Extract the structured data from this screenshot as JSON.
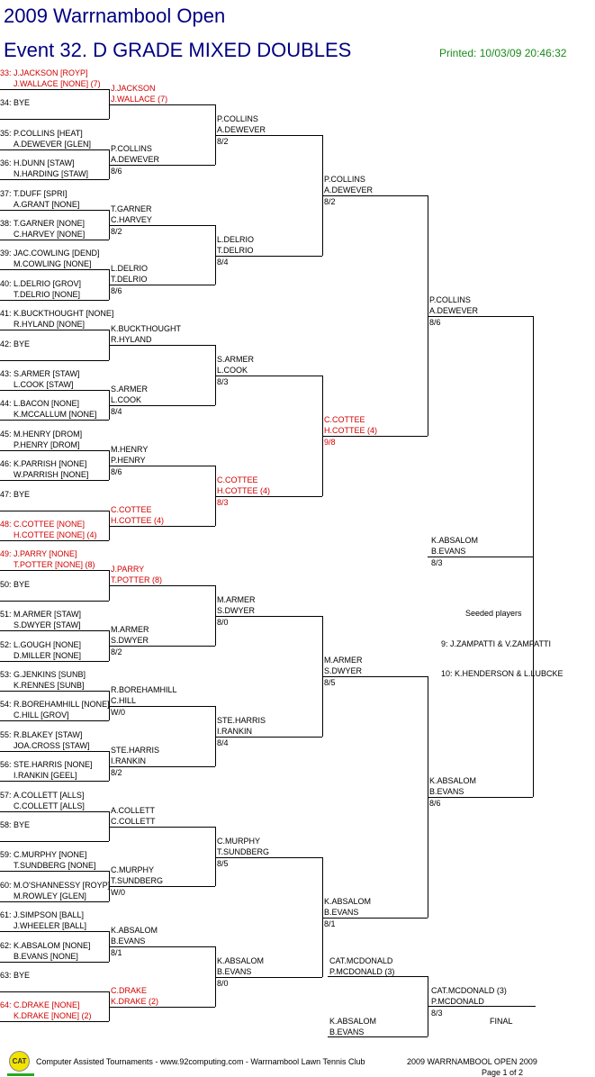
{
  "header": {
    "title": "2009 Warrnambool Open",
    "event": "Event 32. D GRADE MIXED DOUBLES",
    "printed": "Printed: 10/03/09 20:46:32"
  },
  "round1": [
    {
      "num": "33:",
      "a": "J.JACKSON [ROYP]",
      "b": "J.WALLACE [NONE] (7)",
      "red": true
    },
    {
      "num": "34:",
      "a": "BYE",
      "b": ""
    },
    {
      "num": "35:",
      "a": "P.COLLINS [HEAT]",
      "b": "A.DEWEVER [GLEN]"
    },
    {
      "num": "36:",
      "a": "H.DUNN [STAW]",
      "b": "N.HARDING [STAW]"
    },
    {
      "num": "37:",
      "a": "T.DUFF [SPRI]",
      "b": "A.GRANT [NONE]"
    },
    {
      "num": "38:",
      "a": "T.GARNER [NONE]",
      "b": "C.HARVEY [NONE]"
    },
    {
      "num": "39:",
      "a": "JAC.COWLING [DEND]",
      "b": "M.COWLING [NONE]"
    },
    {
      "num": "40:",
      "a": "L.DELRIO [GROV]",
      "b": "T.DELRIO [NONE]"
    },
    {
      "num": "41:",
      "a": "K.BUCKTHOUGHT [NONE]",
      "b": "R.HYLAND [NONE]"
    },
    {
      "num": "42:",
      "a": "BYE",
      "b": ""
    },
    {
      "num": "43:",
      "a": "S.ARMER [STAW]",
      "b": "L.COOK [STAW]"
    },
    {
      "num": "44:",
      "a": "L.BACON [NONE]",
      "b": "K.MCCALLUM [NONE]"
    },
    {
      "num": "45:",
      "a": "M.HENRY [DROM]",
      "b": "P.HENRY [DROM]"
    },
    {
      "num": "46:",
      "a": "K.PARRISH [NONE]",
      "b": "W.PARRISH [NONE]"
    },
    {
      "num": "47:",
      "a": "BYE",
      "b": ""
    },
    {
      "num": "48:",
      "a": "C.COTTEE [NONE]",
      "b": "H.COTTEE [NONE] (4)",
      "red": true
    },
    {
      "num": "49:",
      "a": "J.PARRY [NONE]",
      "b": "T.POTTER [NONE] (8)",
      "red": true
    },
    {
      "num": "50:",
      "a": "BYE",
      "b": ""
    },
    {
      "num": "51:",
      "a": "M.ARMER [STAW]",
      "b": "S.DWYER [STAW]"
    },
    {
      "num": "52:",
      "a": "L.GOUGH [NONE]",
      "b": "D.MILLER [NONE]"
    },
    {
      "num": "53:",
      "a": "G.JENKINS [SUNB]",
      "b": "K.RENNES [SUNB]"
    },
    {
      "num": "54:",
      "a": "R.BOREHAMHILL [NONE]",
      "b": "C.HILL [GROV]"
    },
    {
      "num": "55:",
      "a": "R.BLAKEY [STAW]",
      "b": "JOA.CROSS [STAW]"
    },
    {
      "num": "56:",
      "a": "STE.HARRIS [NONE]",
      "b": "I.RANKIN [GEEL]"
    },
    {
      "num": "57:",
      "a": "A.COLLETT [ALLS]",
      "b": "C.COLLETT [ALLS]"
    },
    {
      "num": "58:",
      "a": "BYE",
      "b": ""
    },
    {
      "num": "59:",
      "a": "C.MURPHY [NONE]",
      "b": "T.SUNDBERG [NONE]"
    },
    {
      "num": "60:",
      "a": "M.O'SHANNESSY [ROYP]",
      "b": "M.ROWLEY [GLEN]"
    },
    {
      "num": "61:",
      "a": "J.SIMPSON [BALL]",
      "b": "J.WHEELER [BALL]"
    },
    {
      "num": "62:",
      "a": "K.ABSALOM [NONE]",
      "b": "B.EVANS [NONE]"
    },
    {
      "num": "63:",
      "a": "BYE",
      "b": ""
    },
    {
      "num": "64:",
      "a": "C.DRAKE [NONE]",
      "b": "K.DRAKE [NONE] (2)",
      "red": true
    }
  ],
  "round2": [
    {
      "a": "J.JACKSON",
      "b": "J.WALLACE (7)",
      "s": "",
      "red": true
    },
    {
      "a": "P.COLLINS",
      "b": "A.DEWEVER",
      "s": "8/6"
    },
    {
      "a": "T.GARNER",
      "b": "C.HARVEY",
      "s": "8/2"
    },
    {
      "a": "L.DELRIO",
      "b": "T.DELRIO",
      "s": "8/6"
    },
    {
      "a": "K.BUCKTHOUGHT",
      "b": "R.HYLAND",
      "s": ""
    },
    {
      "a": "S.ARMER",
      "b": "L.COOK",
      "s": "8/4"
    },
    {
      "a": "M.HENRY",
      "b": "P.HENRY",
      "s": "8/6"
    },
    {
      "a": "C.COTTEE",
      "b": "H.COTTEE (4)",
      "s": "",
      "red": true
    },
    {
      "a": "J.PARRY",
      "b": "T.POTTER (8)",
      "s": "",
      "red": true
    },
    {
      "a": "M.ARMER",
      "b": "S.DWYER",
      "s": "8/2"
    },
    {
      "a": "R.BOREHAMHILL",
      "b": "C.HILL",
      "s": "W/0"
    },
    {
      "a": "STE.HARRIS",
      "b": "I.RANKIN",
      "s": "8/2"
    },
    {
      "a": "A.COLLETT",
      "b": "C.COLLETT",
      "s": ""
    },
    {
      "a": "C.MURPHY",
      "b": "T.SUNDBERG",
      "s": "W/0"
    },
    {
      "a": "K.ABSALOM",
      "b": "B.EVANS",
      "s": "8/1"
    },
    {
      "a": "C.DRAKE",
      "b": "K.DRAKE (2)",
      "s": "",
      "red": true
    }
  ],
  "round3": [
    {
      "a": "P.COLLINS",
      "b": "A.DEWEVER",
      "s": "8/2"
    },
    {
      "a": "L.DELRIO",
      "b": "T.DELRIO",
      "s": "8/4"
    },
    {
      "a": "S.ARMER",
      "b": "L.COOK",
      "s": "8/3"
    },
    {
      "a": "C.COTTEE",
      "b": "H.COTTEE (4)",
      "s": "8/3",
      "red": true
    },
    {
      "a": "M.ARMER",
      "b": "S.DWYER",
      "s": "8/0"
    },
    {
      "a": "STE.HARRIS",
      "b": "I.RANKIN",
      "s": "8/4"
    },
    {
      "a": "C.MURPHY",
      "b": "T.SUNDBERG",
      "s": "8/5"
    },
    {
      "a": "K.ABSALOM",
      "b": "B.EVANS",
      "s": "8/0"
    }
  ],
  "round4": [
    {
      "a": "P.COLLINS",
      "b": "A.DEWEVER",
      "s": "8/2"
    },
    {
      "a": "C.COTTEE",
      "b": "H.COTTEE (4)",
      "s": "9/8",
      "red": true
    },
    {
      "a": "M.ARMER",
      "b": "S.DWYER",
      "s": "8/5"
    },
    {
      "a": "K.ABSALOM",
      "b": "B.EVANS",
      "s": "8/1"
    }
  ],
  "round5": [
    {
      "a": "P.COLLINS",
      "b": "A.DEWEVER",
      "s": "8/6"
    },
    {
      "a": "K.ABSALOM",
      "b": "B.EVANS",
      "s": "8/6"
    }
  ],
  "semi": {
    "a": "K.ABSALOM",
    "b": "B.EVANS",
    "s": "8/3"
  },
  "playoff": {
    "top_a": "CAT.MCDONALD",
    "top_b": "P.MCDONALD (3)",
    "bot_a": "K.ABSALOM",
    "bot_b": "B.EVANS",
    "win_a": "CAT.MCDONALD (3)",
    "win_b": "P.MCDONALD",
    "win_s": "8/3",
    "final_label": "FINAL"
  },
  "seeded": {
    "title": "Seeded players",
    "items": [
      "9: J.ZAMPATTI & V.ZAMPATTI",
      "10: K.HENDERSON & L.LUBCKE"
    ]
  },
  "footer": {
    "logo": "CAT",
    "left": "Computer Assisted Tournaments - www.92computing.com -  Warrnambool Lawn Tennis Club",
    "right": "2009 WARRNAMBOOL OPEN 2009",
    "page": "Page 1 of 2"
  }
}
